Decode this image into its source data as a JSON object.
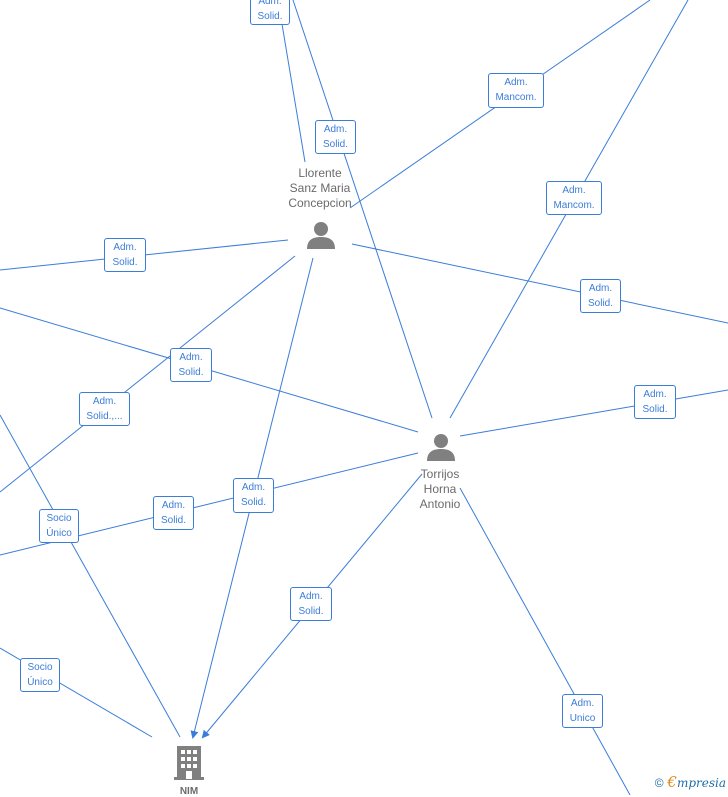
{
  "persons": [
    {
      "id": "llorente",
      "name_lines": [
        "Llorente",
        "Sanz Maria",
        "Concepcion"
      ]
    },
    {
      "id": "torrijos",
      "name_lines": [
        "Torrijos",
        "Horna",
        "Antonio"
      ]
    }
  ],
  "company": {
    "name": "NIM"
  },
  "relations": [
    {
      "lines": [
        "Adm.",
        "Solid."
      ]
    },
    {
      "lines": [
        "Adm.",
        "Mancom."
      ]
    },
    {
      "lines": [
        "Adm.",
        "Solid."
      ]
    },
    {
      "lines": [
        "Adm.",
        "Mancom."
      ]
    },
    {
      "lines": [
        "Adm.",
        "Solid."
      ]
    },
    {
      "lines": [
        "Adm.",
        "Solid."
      ]
    },
    {
      "lines": [
        "Adm.",
        "Solid."
      ]
    },
    {
      "lines": [
        "Adm.",
        "Solid.,..."
      ]
    },
    {
      "lines": [
        "Adm.",
        "Solid."
      ]
    },
    {
      "lines": [
        "Adm.",
        "Solid."
      ]
    },
    {
      "lines": [
        "Socio",
        "Único"
      ]
    },
    {
      "lines": [
        "Adm.",
        "Solid."
      ]
    },
    {
      "lines": [
        "Socio",
        "Único"
      ]
    },
    {
      "lines": [
        "Adm.",
        "Unico"
      ]
    }
  ],
  "footer": {
    "copyright": "©",
    "brand_first": "€",
    "brand_rest": "mpresia"
  },
  "colors": {
    "edge": "#3b7dd8",
    "node": "#808080",
    "label": "#6b6b6b"
  }
}
